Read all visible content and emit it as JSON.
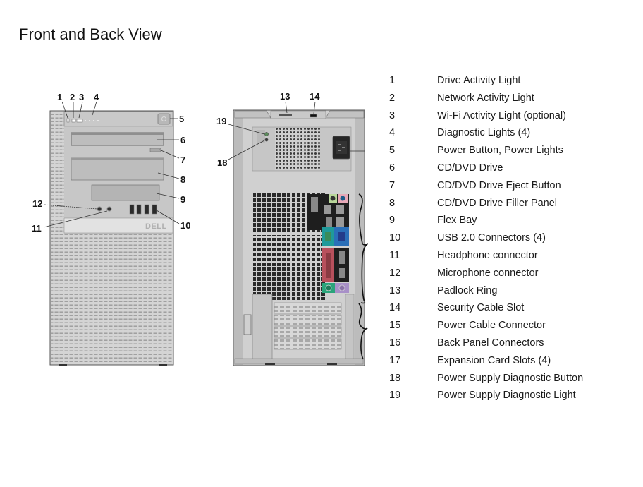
{
  "page": {
    "title": "Front and Back View"
  },
  "diagram": {
    "front_callouts": [
      "1",
      "2",
      "3",
      "4",
      "5",
      "6",
      "7",
      "8",
      "9",
      "10",
      "11",
      "12"
    ],
    "back_callouts": [
      "13",
      "14",
      "18",
      "19"
    ],
    "brand_logo_text": "DELL"
  },
  "legend": [
    {
      "num": "1",
      "label": "Drive Activity Light"
    },
    {
      "num": "2",
      "label": "Network Activity Light"
    },
    {
      "num": "3",
      "label": "Wi-Fi Activity Light (optional)"
    },
    {
      "num": "4",
      "label": "Diagnostic Lights (4)"
    },
    {
      "num": "5",
      "label": "Power Button, Power Lights"
    },
    {
      "num": "6",
      "label": "CD/DVD Drive"
    },
    {
      "num": "7",
      "label": "CD/DVD Drive Eject Button"
    },
    {
      "num": "8",
      "label": "CD/DVD Drive Filler Panel"
    },
    {
      "num": "9",
      "label": "Flex Bay"
    },
    {
      "num": "10",
      "label": "USB 2.0 Connectors (4)"
    },
    {
      "num": "11",
      "label": "Headphone connector"
    },
    {
      "num": "12",
      "label": "Microphone connector"
    },
    {
      "num": "13",
      "label": "Padlock Ring"
    },
    {
      "num": "14",
      "label": "Security Cable Slot"
    },
    {
      "num": "15",
      "label": "Power Cable Connector"
    },
    {
      "num": "16",
      "label": "Back Panel Connectors"
    },
    {
      "num": "17",
      "label": "Expansion Card Slots (4)"
    },
    {
      "num": "18",
      "label": "Power Supply Diagnostic Button"
    },
    {
      "num": "19",
      "label": "Power Supply Diagnostic Light"
    }
  ],
  "colors": {
    "case_light": "#d9d9d9",
    "case_mid": "#c4c4c4",
    "case_dark": "#8f8f8f",
    "outline": "#555555",
    "audio_green": "#b9d79a",
    "audio_pink": "#e8a9b8",
    "serial_teal": "#1f9a9a",
    "vga_blue": "#2a6fb8",
    "parallel_red": "#b8505c",
    "ps2_green": "#2aa47a",
    "ps2_purple": "#a890c8"
  }
}
